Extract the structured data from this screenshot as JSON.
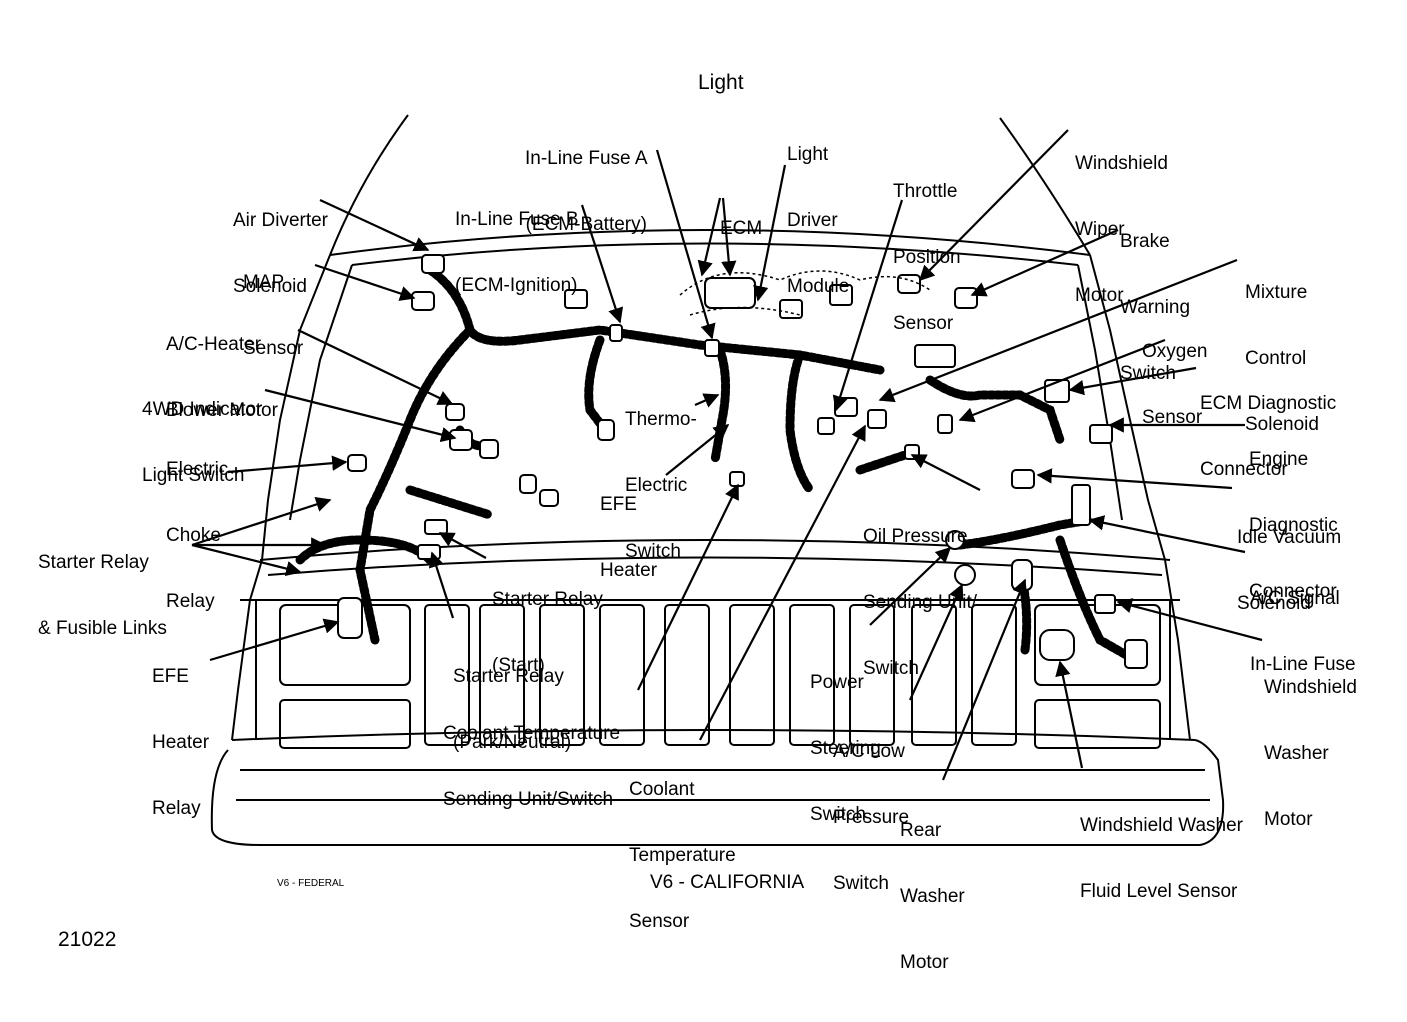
{
  "header": {
    "light_label": "Light"
  },
  "callouts": {
    "inline_fuse_a": [
      "In-Line Fuse A",
      "(ECM-Battery)"
    ],
    "light_driver_module": [
      "Light",
      "Driver",
      "Module"
    ],
    "throttle_position_sensor": [
      "Throttle",
      "Position",
      "Sensor"
    ],
    "windshield_wiper_motor": [
      "Windshield",
      "Wiper",
      "Motor"
    ],
    "air_diverter_solenoid": [
      "Air Diverter",
      "Solenoid"
    ],
    "inline_fuse_b": [
      "In-Line Fuse B",
      "(ECM-Ignition)"
    ],
    "ecm": [
      "ECM"
    ],
    "brake_warning_switch": [
      "Brake",
      "Warning",
      "Switch"
    ],
    "map_sensor": [
      "MAP",
      "Sensor"
    ],
    "mixture_control_solenoid": [
      "Mixture",
      "Control",
      "Solenoid"
    ],
    "ac_heater_blower_motor": [
      "A/C-Heater",
      "Blower Motor"
    ],
    "oxygen_sensor": [
      "Oxygen",
      "Sensor"
    ],
    "fourwd_indicator_light_switch": [
      "4WD Indicator",
      "Light Switch"
    ],
    "ecm_diagnostic_connector": [
      "ECM Diagnostic",
      "Connector"
    ],
    "thermo_electric_switch": [
      "Thermo-",
      "Electric",
      "Switch"
    ],
    "engine_diagnostic_connector": [
      "Engine",
      "Diagnostic",
      "Connector"
    ],
    "electric_choke_relay": [
      "Electric",
      "Choke",
      "Relay"
    ],
    "efe_heater": [
      "EFE",
      "Heater"
    ],
    "oil_pressure_sending_unit": [
      "Oil Pressure",
      "Sending Unit/",
      "Switch"
    ],
    "idle_vacuum_solenoid": [
      "Idle Vacuum",
      "Solenoid"
    ],
    "starter_relay_fusible_links": [
      "Starter Relay",
      "& Fusible Links"
    ],
    "starter_relay_start": [
      "Starter Relay",
      "(Start)"
    ],
    "ac_signal_inline_fuse": [
      "A/C Signal",
      "In-Line Fuse"
    ],
    "starter_relay_park_neutral": [
      "Starter Relay",
      "(Park/Neutral)"
    ],
    "efe_heater_relay": [
      "EFE",
      "Heater",
      "Relay"
    ],
    "power_steering_switch": [
      "Power",
      "Steering",
      "Switch"
    ],
    "windshield_washer_motor": [
      "Windshield",
      "Washer",
      "Motor"
    ],
    "coolant_temp_sending_unit": [
      "Coolant Temperature",
      "Sending Unit/Switch"
    ],
    "ac_low_pressure_switch": [
      "A/C Low",
      "Pressure",
      "Switch"
    ],
    "coolant_temperature_sensor": [
      "Coolant",
      "Temperature",
      "Sensor"
    ],
    "washer_fluid_level_sensor": [
      "Windshield Washer",
      "Fluid Level Sensor"
    ],
    "rear_washer_motor": [
      "Rear",
      "Washer",
      "Motor"
    ]
  },
  "footer": {
    "small_label": "V6 - FEDERAL",
    "caption": "V6 - CALIFORNIA",
    "figure_number": "21022"
  }
}
